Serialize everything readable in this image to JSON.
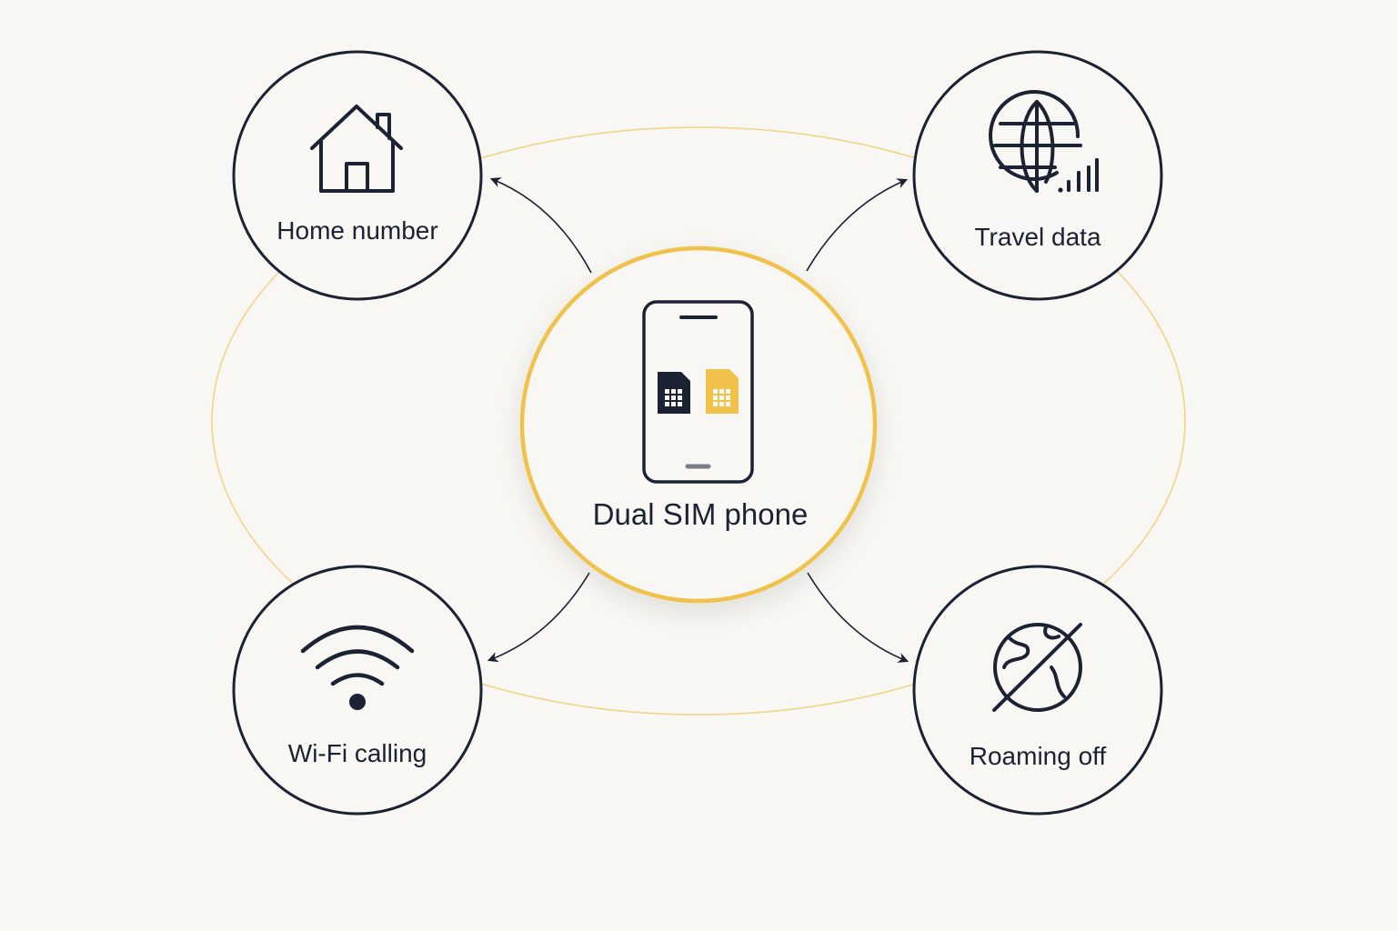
{
  "center": {
    "label": "Dual SIM phone"
  },
  "nodes": {
    "home": {
      "label": "Home number",
      "icon": "house-icon"
    },
    "travel": {
      "label": "Travel data",
      "icon": "globe-signal-icon"
    },
    "wifi": {
      "label": "Wi-Fi calling",
      "icon": "wifi-icon"
    },
    "roaming": {
      "label": "Roaming off",
      "icon": "globe-crossed-icon"
    }
  },
  "colors": {
    "background": "#f8f7f3",
    "ink": "#1b2233",
    "accent": "#f0c14b",
    "sim_dark": "#1b2233",
    "sim_yellow": "#f0c14b"
  }
}
